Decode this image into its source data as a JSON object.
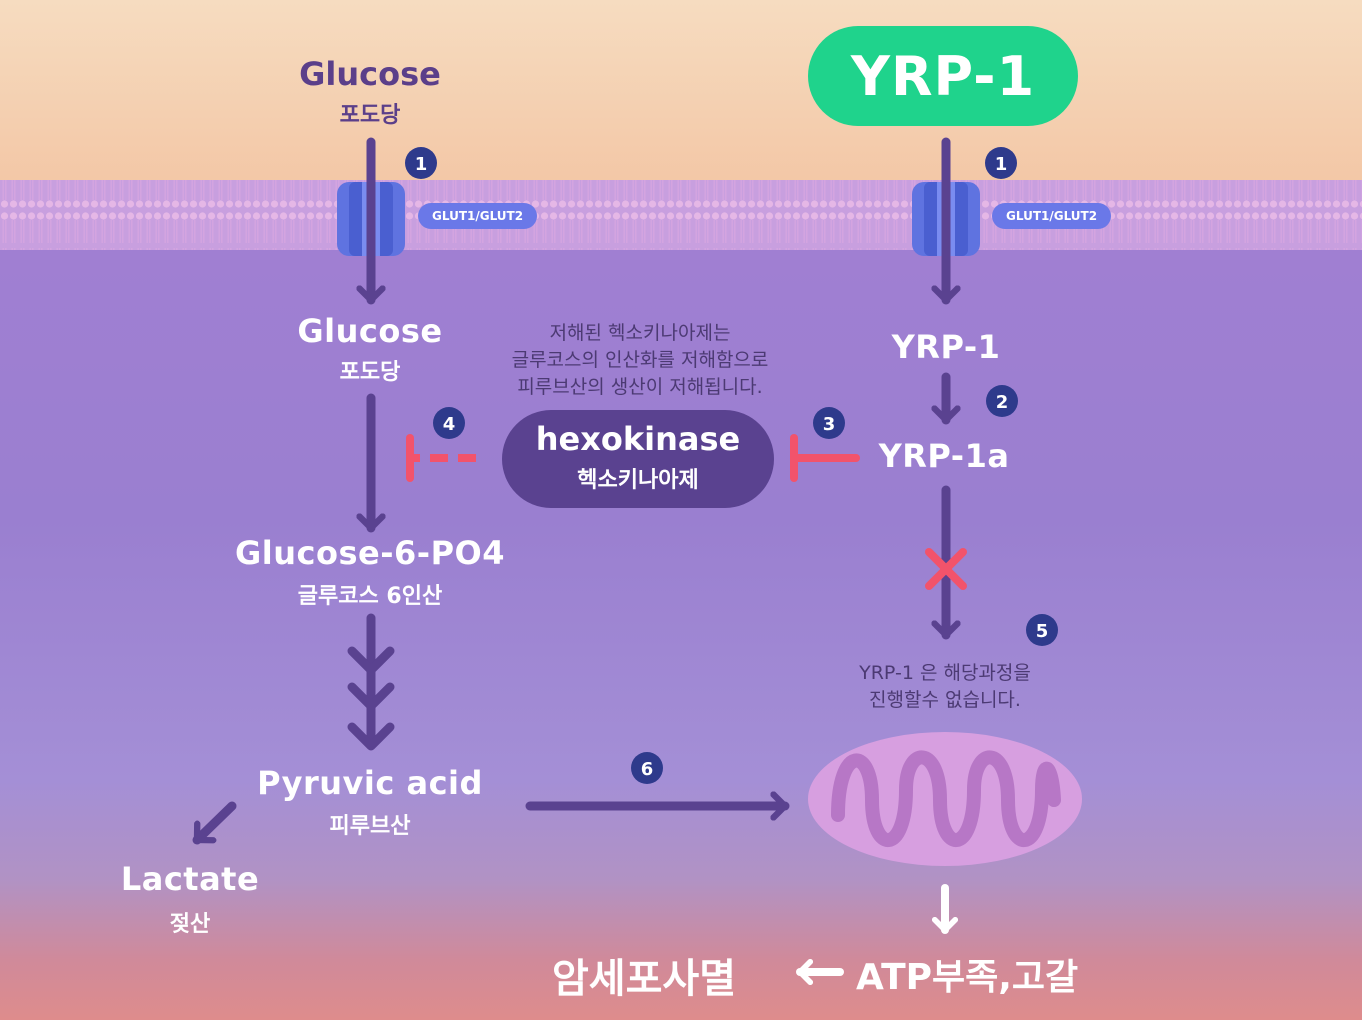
{
  "glucose_top": {
    "en": "Glucose",
    "ko": "포도당"
  },
  "yrp1_top": "YRP-1",
  "transporter": {
    "left_label": "GLUT1/GLUT2",
    "right_label": "GLUT1/GLUT2"
  },
  "glucose_inner": {
    "en": "Glucose",
    "ko": "포도당"
  },
  "yrp1_inner": "YRP-1",
  "yrp1a": "YRP-1a",
  "hexokinase": {
    "en": "hexokinase",
    "ko": "헥소키나아제",
    "note_lines": [
      "저해된 헥소키나아제는",
      "글루코스의 인산화를 저해함으로",
      "피루브산의 생산이 저해됩니다."
    ]
  },
  "g6p": {
    "en": "Glucose-6-PO4",
    "ko": "글루코스 6인산"
  },
  "pyruvic": {
    "en": "Pyruvic acid",
    "ko": "피루브산"
  },
  "lactate": {
    "en": "Lactate",
    "ko": "젖산"
  },
  "yrp_note": {
    "lines": [
      "YRP-1 은 해당과정을",
      "진행할수 없습니다."
    ]
  },
  "bottom": {
    "apoptosis": "암세포사멸",
    "atp": "ATP부족,고갈"
  },
  "steps": [
    "1",
    "1",
    "2",
    "3",
    "4",
    "5",
    "6"
  ],
  "colors": {
    "arrow": "#5a4290",
    "inhibit": "#f2536b",
    "pill": "#1fd38c",
    "badge": "#2e3a8c",
    "mito": "#d79fe0"
  }
}
